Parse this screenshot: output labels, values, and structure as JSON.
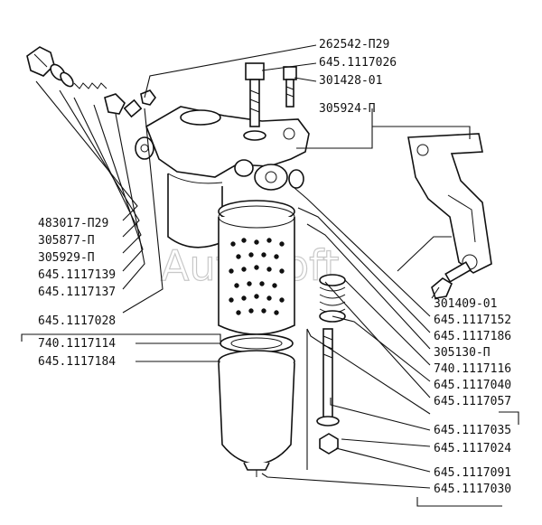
{
  "watermark": "AutoSoft",
  "labels": {
    "l262542": "262542-П29",
    "l6451117026": "645.1117026",
    "l30142801": "301428-01",
    "l305924": "305924-П",
    "l483017": "483017-П29",
    "l305877": "305877-П",
    "l305929": "305929-П",
    "l6451117139": "645.1117139",
    "l6451117137": "645.1117137",
    "l6451117028": "645.1117028",
    "l7401117114": "740.1117114",
    "l6451117184": "645.1117184",
    "l30140901": "301409-01",
    "l6451117152": "645.1117152",
    "l6451117186": "645.1117186",
    "l305130": "305130-П",
    "l7401117116": "740.1117116",
    "l6451117040": "645.1117040",
    "l6451117057": "645.1117057",
    "l6451117035": "645.1117035",
    "l6451117024": "645.1117024",
    "l6451117091": "645.1117091",
    "l6451117030": "645.1117030"
  }
}
